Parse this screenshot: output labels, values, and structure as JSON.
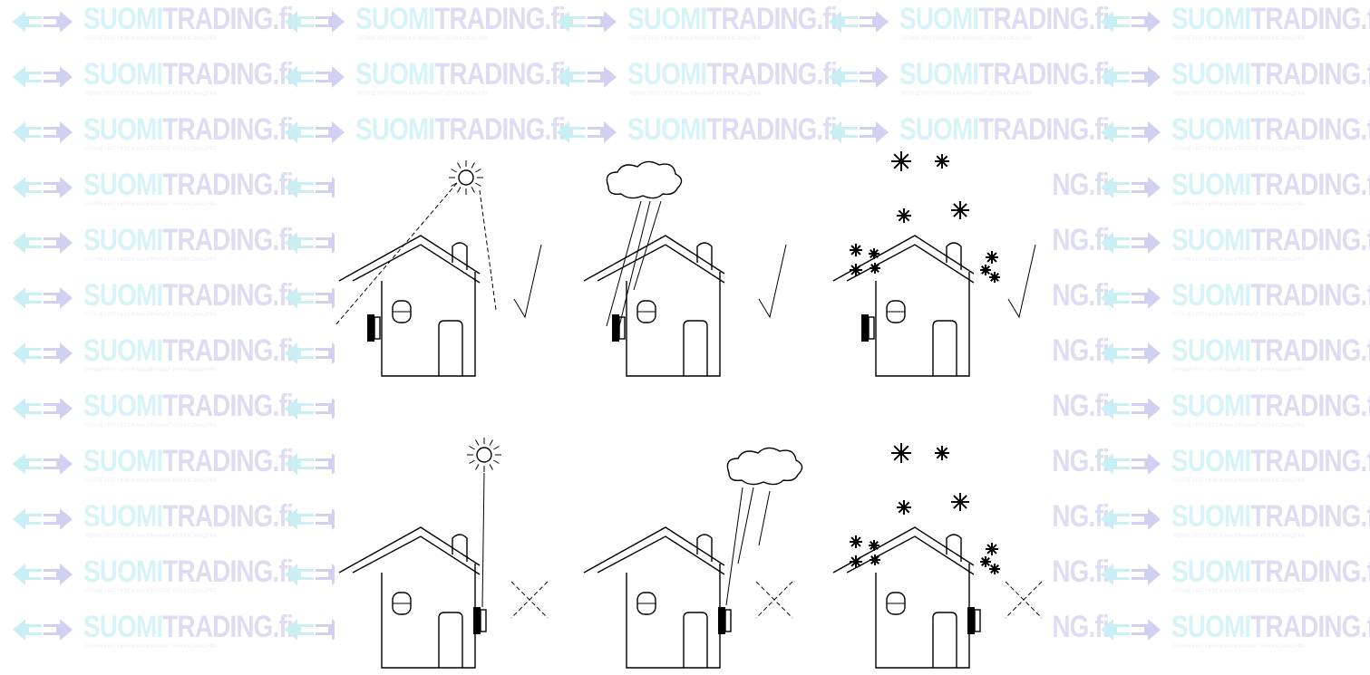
{
  "watermark": {
    "brand_part1": "SUOMI",
    "brand_part2": "TRADING.fi",
    "tagline": "PERHEYRITYKSEN KAUPPAAVAT VERKKOKAUPPA",
    "colors": {
      "logo_left": "#c9eef4",
      "logo_right": "#d0d0f0",
      "text_light": "#d6f3f7",
      "text_dark": "#dcdcf3"
    }
  },
  "diagram": {
    "rows": [
      {
        "row": "correct",
        "panels": [
          {
            "weather": "sun",
            "mark": "check",
            "icon": "sun-icon"
          },
          {
            "weather": "rain",
            "mark": "check",
            "icon": "rain-cloud-icon"
          },
          {
            "weather": "snow",
            "mark": "check",
            "icon": "snowflakes-icon"
          }
        ]
      },
      {
        "row": "incorrect",
        "panels": [
          {
            "weather": "sun",
            "mark": "cross",
            "icon": "sun-icon"
          },
          {
            "weather": "rain",
            "mark": "cross",
            "icon": "rain-cloud-icon"
          },
          {
            "weather": "snow",
            "mark": "cross",
            "icon": "snowflakes-icon"
          }
        ]
      }
    ]
  }
}
